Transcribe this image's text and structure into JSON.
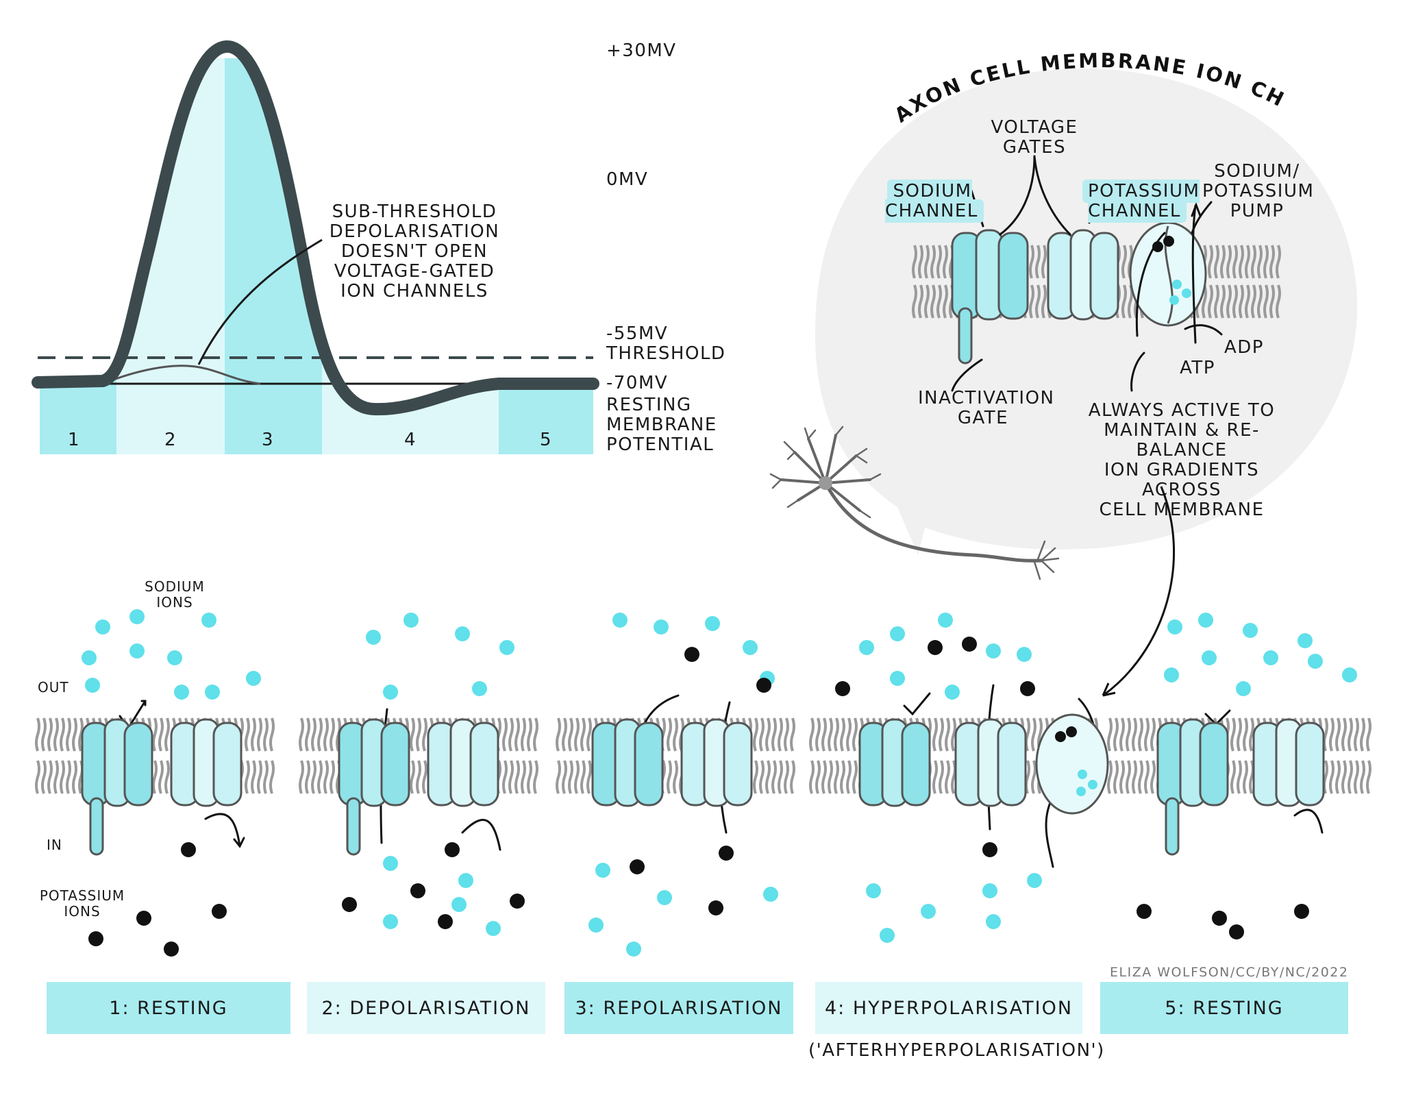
{
  "colors": {
    "ion_sodium": "#5fe0ea",
    "ion_potassium": "#111111",
    "band_dark": "#a8ecf0",
    "band_light": "#def8fa",
    "channel_fill": "#8fe2e8",
    "membrane": "#9a9a9a",
    "curve": "#3c4a4d"
  },
  "graph": {
    "voltage_labels": {
      "plus30": "+30MV",
      "zero": "0MV",
      "minus55": "-55MV",
      "threshold": "THRESHOLD",
      "minus70": "-70MV",
      "resting_line1": "RESTING",
      "resting_line2": "MEMBRANE",
      "resting_line3": "POTENTIAL"
    },
    "phase_numbers": [
      "1",
      "2",
      "3",
      "4",
      "5"
    ],
    "subthreshold_note": "SUB-THRESHOLD\nDEPOLARISATION\nDOESN'T OPEN\nVOLTAGE-GATED\nION CHANNELS"
  },
  "bubble": {
    "title": "AXON CELL MEMBRANE ION CHANNELS",
    "voltage_gates": "VOLTAGE\nGATES",
    "sodium_channel": "SODIUM\nCHANNEL",
    "potassium_channel": "POTASSIUM\nCHANNEL",
    "pump": "SODIUM/\nPOTASSIUM\nPUMP",
    "inactivation_gate": "INACTIVATION\nGATE",
    "atp": "ATP",
    "adp": "ADP",
    "always_active": "ALWAYS ACTIVE TO\nMAINTAIN & RE-BALANCE\nION GRADIENTS ACROSS\nCELL MEMBRANE"
  },
  "panels": {
    "sodium_ions": "SODIUM\nIONS",
    "out": "OUT",
    "in": "IN",
    "potassium_ions": "POTASSIUM\nIONS"
  },
  "stages": [
    {
      "label": "1: RESTING"
    },
    {
      "label": "2: DEPOLARISATION"
    },
    {
      "label": "3: REPOLARISATION"
    },
    {
      "label": "4: HYPERPOLARISATION"
    },
    {
      "label": "5: RESTING"
    }
  ],
  "stage4_note": "('AFTERHYPERPOLARISATION')",
  "credit": "ELIZA WOLFSON/CC/BY/NC/2022"
}
